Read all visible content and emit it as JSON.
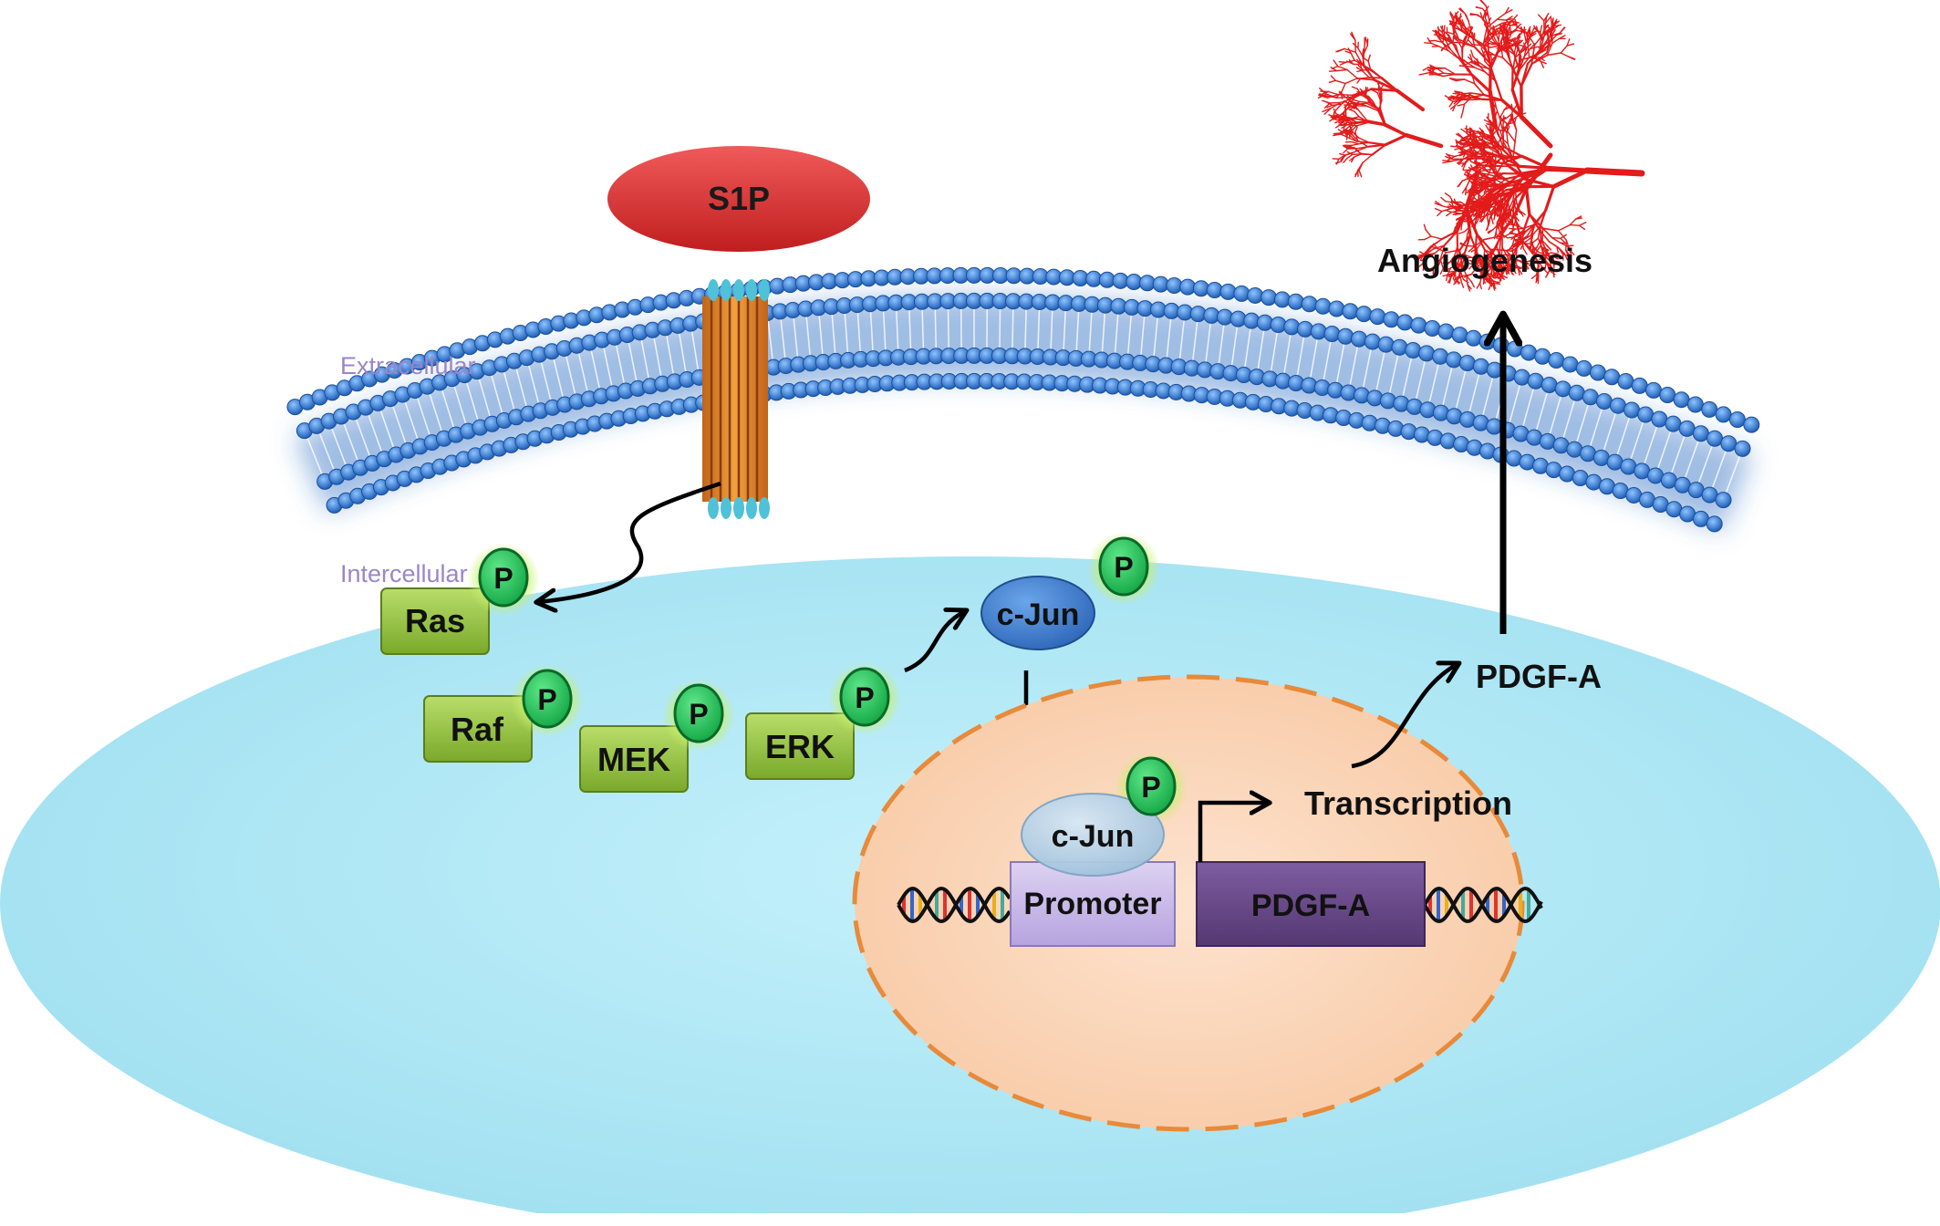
{
  "labels": {
    "ligand": "S1P",
    "extracellular": "Extracellular",
    "intercellular": "Intercellular",
    "ras": "Ras",
    "raf": "Raf",
    "mek": "MEK",
    "erk": "ERK",
    "phospho": "P",
    "cjun_cytoplasm": "c-Jun",
    "cjun_nucleus": "c-Jun",
    "promoter": "Promoter",
    "gene": "PDGF-A",
    "transcription": "Transcription",
    "pdgfa_product": "PDGF-A",
    "angiogenesis": "Angiogenesis"
  },
  "colors": {
    "cell": "#b9ecf7",
    "membrane": "#3a7fd0",
    "ligand": "#d72a2a",
    "receptor": "#e08a2a",
    "kinase_box": "#8fbf3a",
    "phospho": "#1fc45a",
    "cjun": "#3f7fd0",
    "nucleus": "#fbd9bf",
    "nucleus_border": "#e88a3a",
    "promoter": "#c8b8e8",
    "gene": "#6a4a8a",
    "vessel": "#e31b1b"
  }
}
